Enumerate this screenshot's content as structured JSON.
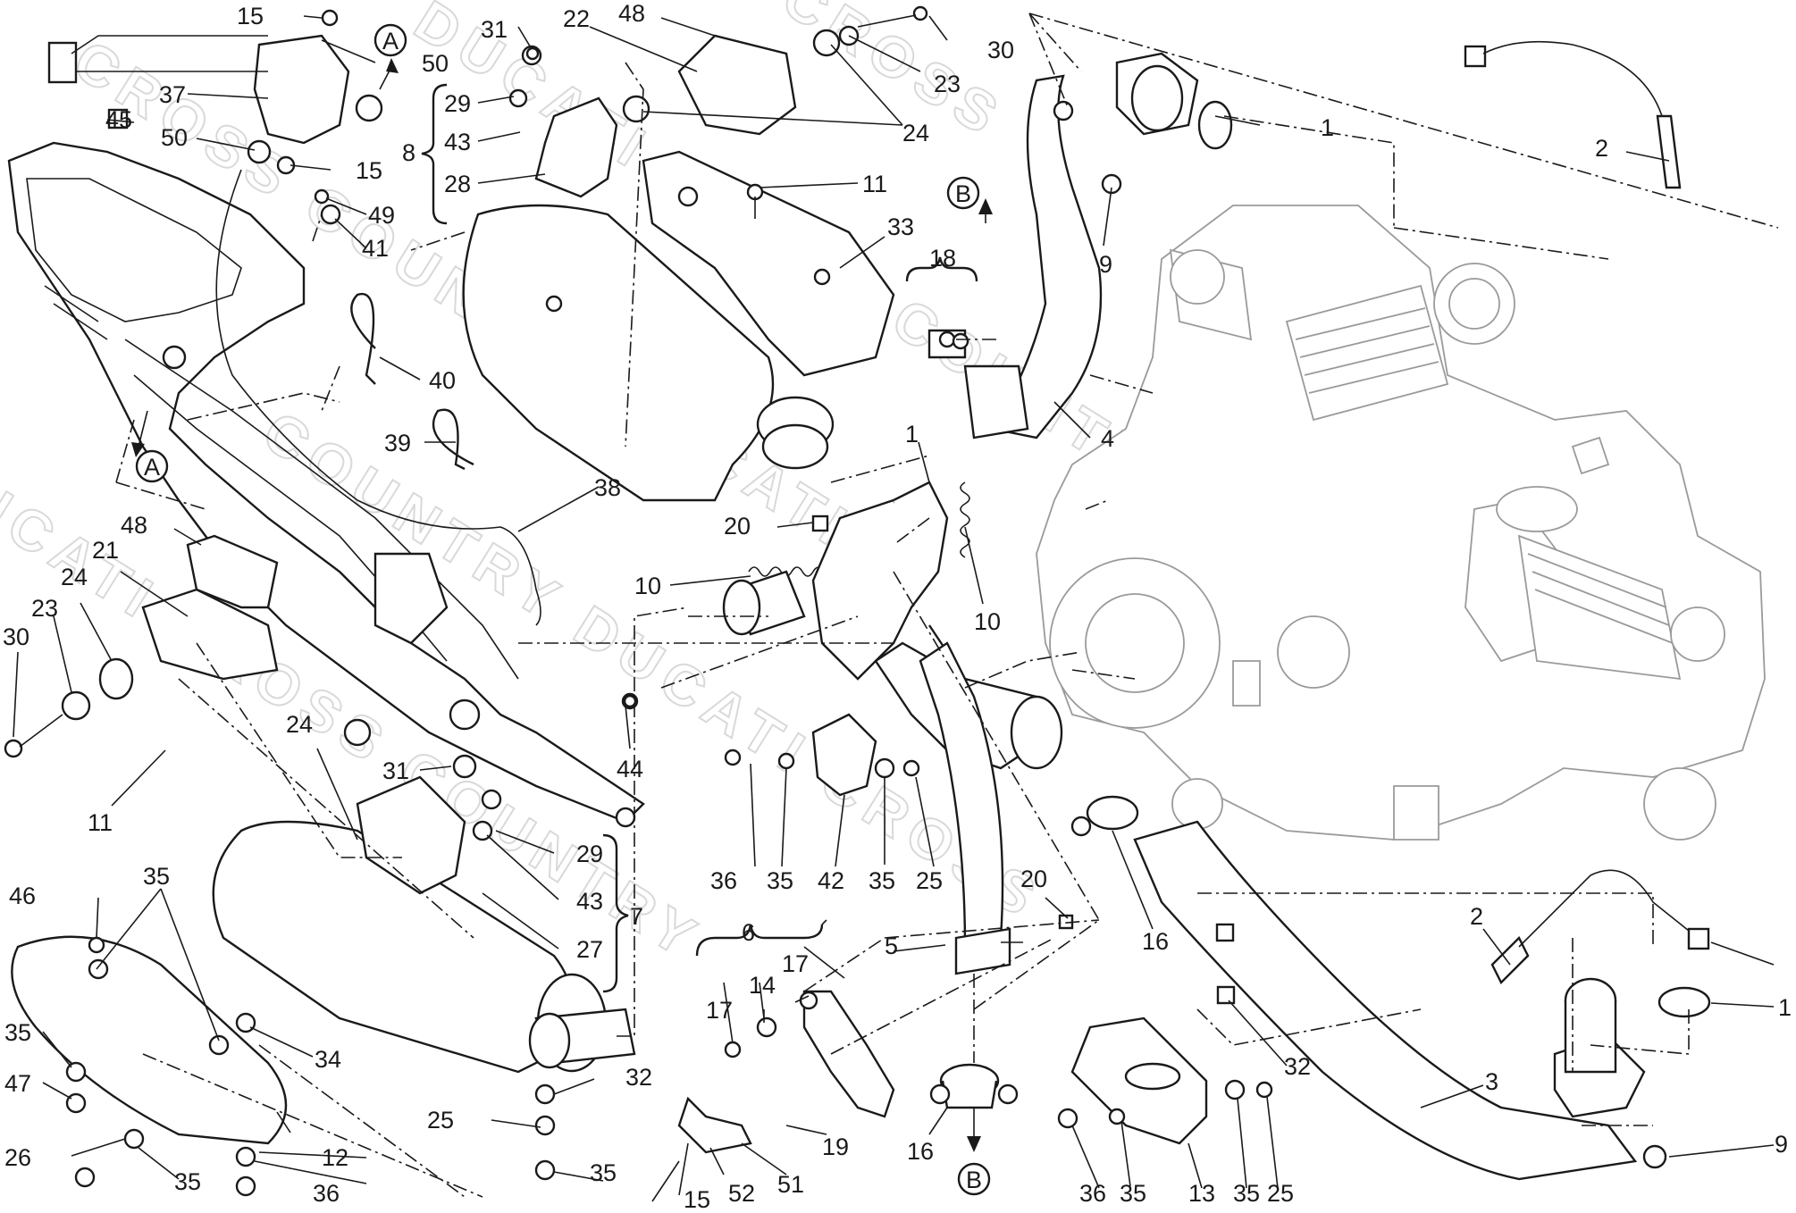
{
  "watermark": {
    "lines": [
      "COUNTRY DUCATI CROSS",
      "DUCATI CROSS COUNTRY",
      "CROSS COUNTRY DUCATI",
      "COUNTRY DUCATI CROSS",
      "DUCATI CROSS COUNTRY"
    ]
  },
  "connectors": {
    "A_top": "A",
    "A_left": "A",
    "B_top": "B",
    "B_bottom": "B"
  },
  "callouts": [
    "15",
    "31",
    "22",
    "48",
    "30",
    "23",
    "24",
    "50",
    "37",
    "45",
    "50",
    "15",
    "49",
    "41",
    "29",
    "43",
    "28",
    "8",
    "11",
    "33",
    "18",
    "1",
    "2",
    "9",
    "4",
    "40",
    "39",
    "38",
    "20",
    "10",
    "10",
    "1",
    "44",
    "21",
    "48",
    "24",
    "23",
    "30",
    "11",
    "24",
    "31",
    "29",
    "43",
    "27",
    "7",
    "36",
    "35",
    "42",
    "35",
    "25",
    "46",
    "35",
    "34",
    "35",
    "47",
    "26",
    "35",
    "36",
    "12",
    "32",
    "25",
    "35",
    "6",
    "14",
    "17",
    "17",
    "19",
    "51",
    "52",
    "15",
    "5",
    "20",
    "16",
    "16",
    "2",
    "32",
    "13",
    "36",
    "35",
    "35",
    "25",
    "3",
    "1",
    "9"
  ]
}
